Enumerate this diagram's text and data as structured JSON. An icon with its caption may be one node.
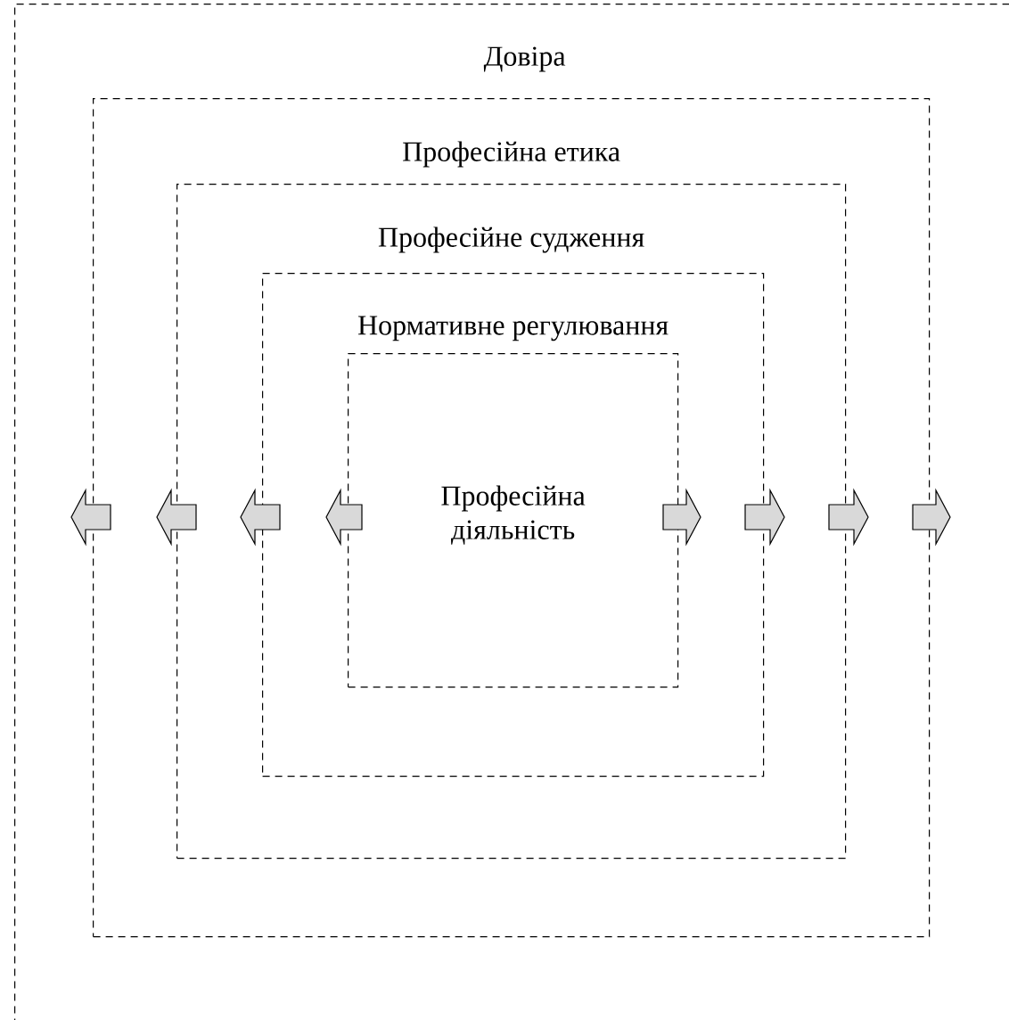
{
  "diagram": {
    "nodes": [
      {
        "text": [
          "Довіра"
        ]
      },
      {
        "text": [
          "Професійна етика"
        ],
        "in": 0
      },
      {
        "text": [
          "Професійне судження"
        ],
        "in": 1
      },
      {
        "text": [
          "Нормативне регулювання"
        ],
        "in": 2
      },
      {
        "text": [
          "Професійна діяльність"
        ],
        "in": 3
      }
    ]
  }
}
